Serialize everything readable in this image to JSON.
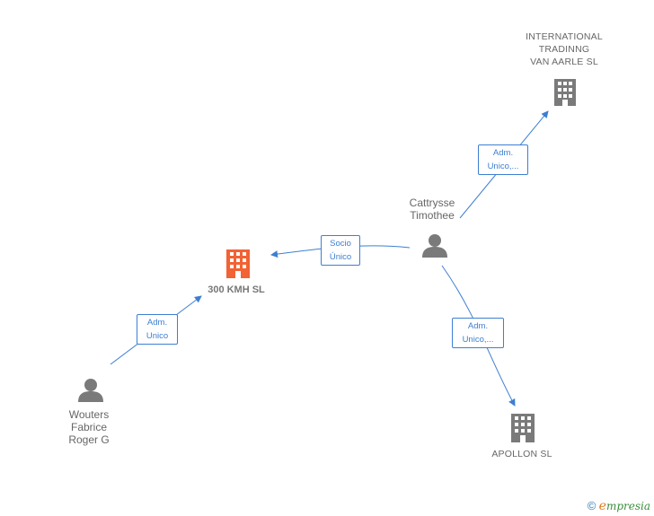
{
  "nodes": {
    "intl": {
      "label_lines": [
        "INTERNATIONAL",
        "TRADINNG",
        "VAN AARLE  SL"
      ],
      "icon": "building-icon",
      "color": "#7a7a7a"
    },
    "cattrysse": {
      "label_lines": [
        "Cattrysse",
        "Timothee"
      ],
      "icon": "person-icon",
      "color": "#7a7a7a"
    },
    "kmh": {
      "label_lines": [
        "300 KMH  SL"
      ],
      "icon": "building-icon",
      "color": "#f26234"
    },
    "wouters": {
      "label_lines": [
        "Wouters",
        "Fabrice",
        "Roger G"
      ],
      "icon": "person-icon",
      "color": "#7a7a7a"
    },
    "apollon": {
      "label_lines": [
        "APOLLON  SL"
      ],
      "icon": "building-icon",
      "color": "#7a7a7a"
    }
  },
  "edges": {
    "e1": {
      "from": "cattrysse",
      "to": "intl",
      "label_lines": [
        "Adm.",
        "Unico,..."
      ]
    },
    "e2": {
      "from": "cattrysse",
      "to": "kmh",
      "label_lines": [
        "Socio",
        "Único"
      ]
    },
    "e3": {
      "from": "wouters",
      "to": "kmh",
      "label_lines": [
        "Adm.",
        "Unico"
      ]
    },
    "e4": {
      "from": "cattrysse",
      "to": "apollon",
      "label_lines": [
        "Adm.",
        "Unico,..."
      ]
    }
  },
  "colors": {
    "edge": "#3d7fd1",
    "accent": "#f26234",
    "icon": "#7a7a7a"
  },
  "brand": {
    "copyright": "©",
    "first": "e",
    "rest": "mpresia"
  }
}
